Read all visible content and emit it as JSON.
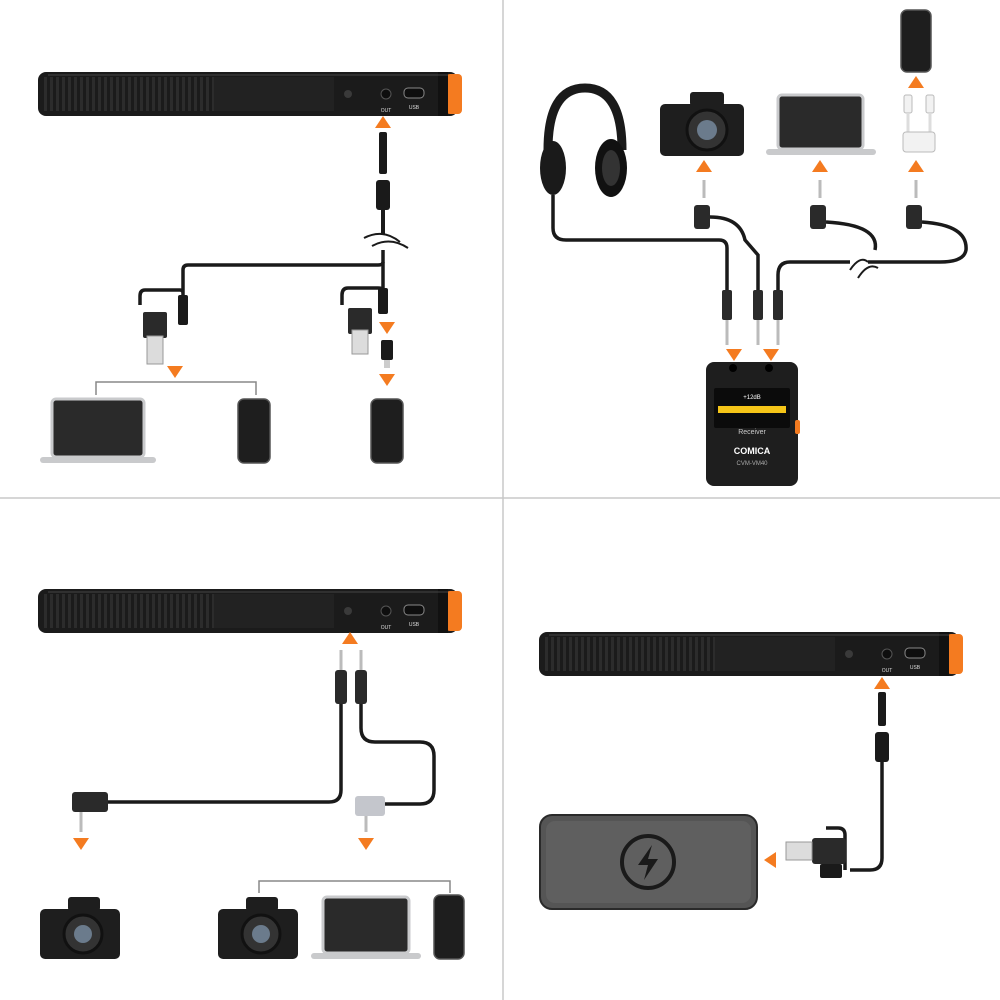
{
  "colors": {
    "accent": "#f47b20",
    "mic_body": "#1b1b1b",
    "cable": "#1a1a1a",
    "divider": "#c8c8c8",
    "device_dark": "#1e1e1e",
    "laptop_silver": "#c9cacc",
    "white_adapter": "#f2f2f2",
    "pad_gray": "#555555",
    "lcd_yellow": "#f5c518",
    "background": "#ffffff"
  },
  "mic": {
    "port_out": "OUT",
    "port_usb": "USB"
  },
  "receiver": {
    "label": "Receiver",
    "gain": "+12dB",
    "brand": "COMICA",
    "model": "CVM-VM40"
  },
  "panels": [
    {
      "id": "usb-output",
      "icons": [
        "shotgun-mic",
        "usb-c-cable",
        "usb-a-adapter",
        "laptop-icon",
        "smartphone-icon",
        "lightning-adapter",
        "smartphone-icon"
      ]
    },
    {
      "id": "receiver-monitoring",
      "icons": [
        "headphones-icon",
        "camera-icon",
        "laptop-icon",
        "smartphone-icon",
        "trs-cable",
        "receiver-device"
      ]
    },
    {
      "id": "3.5mm-output",
      "icons": [
        "shotgun-mic",
        "trs-cable",
        "trrs-cable",
        "camera-icon",
        "laptop-icon",
        "smartphone-icon"
      ]
    },
    {
      "id": "charging",
      "icons": [
        "shotgun-mic",
        "usb-c-cable",
        "power-bank-icon",
        "lightning-bolt-icon"
      ]
    }
  ]
}
